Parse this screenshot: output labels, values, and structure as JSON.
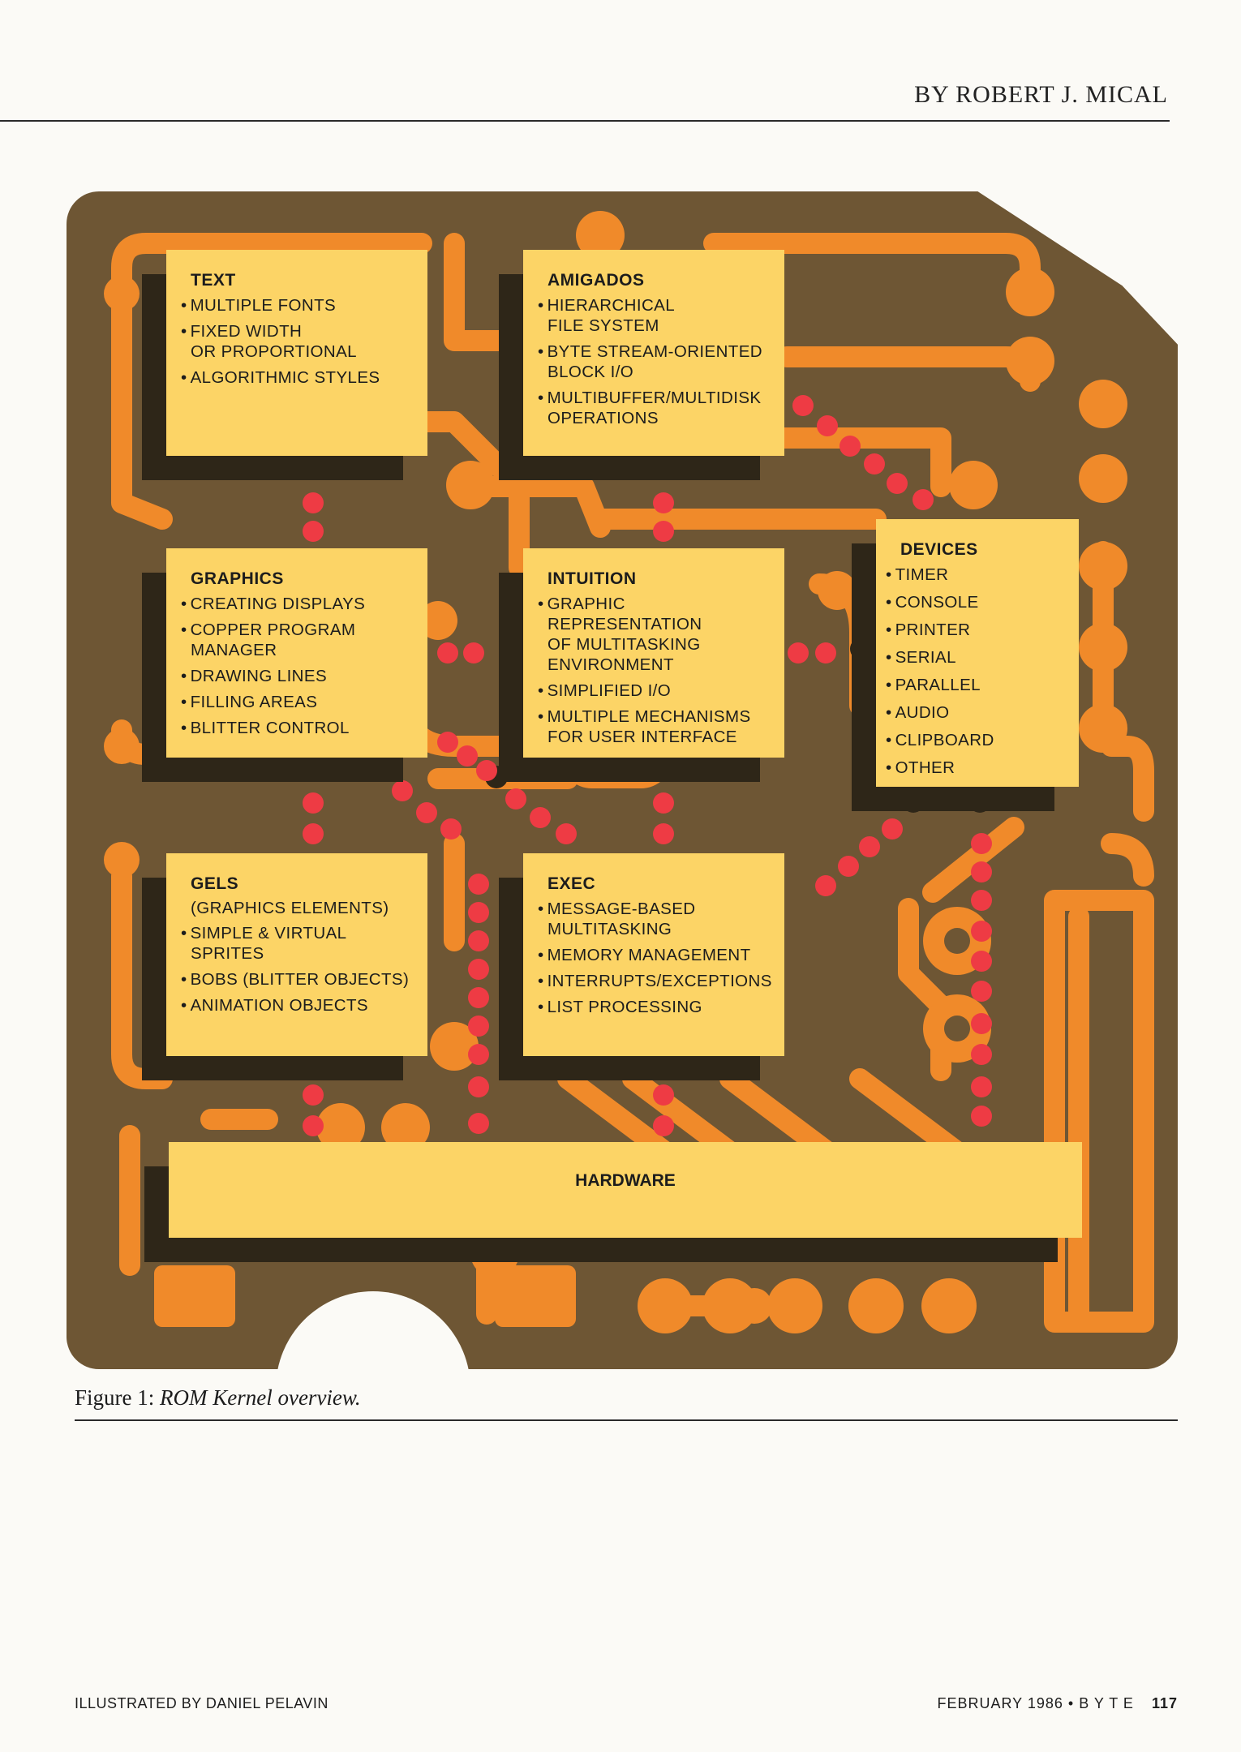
{
  "header": {
    "byline": "BY ROBERT J. MICAL"
  },
  "diagram": {
    "text_box": {
      "title": "TEXT",
      "items": [
        "MULTIPLE FONTS",
        "FIXED WIDTH\nOR PROPORTIONAL",
        "ALGORITHMIC STYLES"
      ]
    },
    "amigados_box": {
      "title": "AMIGADOS",
      "items": [
        "HIERARCHICAL\nFILE SYSTEM",
        "BYTE STREAM-ORIENTED\nBLOCK I/O",
        "MULTIBUFFER/MULTIDISK\nOPERATIONS"
      ]
    },
    "devices_box": {
      "title": "DEVICES",
      "items": [
        "TIMER",
        "CONSOLE",
        "PRINTER",
        "SERIAL",
        "PARALLEL",
        "AUDIO",
        "CLIPBOARD",
        "OTHER"
      ]
    },
    "graphics_box": {
      "title": "GRAPHICS",
      "items": [
        "CREATING DISPLAYS",
        "COPPER PROGRAM\nMANAGER",
        "DRAWING LINES",
        "FILLING AREAS",
        "BLITTER CONTROL"
      ]
    },
    "intuition_box": {
      "title": "INTUITION",
      "items": [
        "GRAPHIC REPRESENTATION\nOF MULTITASKING\nENVIRONMENT",
        "SIMPLIFIED I/O",
        "MULTIPLE MECHANISMS\nFOR USER INTERFACE"
      ]
    },
    "gels_box": {
      "title": "GELS",
      "subtitle": "(GRAPHICS ELEMENTS)",
      "items": [
        "SIMPLE & VIRTUAL\nSPRITES",
        "BOBS (BLITTER OBJECTS)",
        "ANIMATION OBJECTS"
      ]
    },
    "exec_box": {
      "title": "EXEC",
      "items": [
        "MESSAGE-BASED\nMULTITASKING",
        "MEMORY MANAGEMENT",
        "INTERRUPTS/EXCEPTIONS",
        "LIST PROCESSING"
      ]
    },
    "hardware_box": {
      "title": "HARDWARE"
    }
  },
  "caption": {
    "label": "Figure 1:",
    "text": "ROM Kernel overview."
  },
  "footer": {
    "credit": "ILLUSTRATED BY DANIEL PELAVIN",
    "issue": "FEBRUARY 1986 • B Y T E",
    "page": "117"
  },
  "colors": {
    "board": "#6e5634",
    "trace": "#f08a2a",
    "box": "#fcd466",
    "shadow": "#2e2618",
    "dot": "#ee3b44"
  }
}
